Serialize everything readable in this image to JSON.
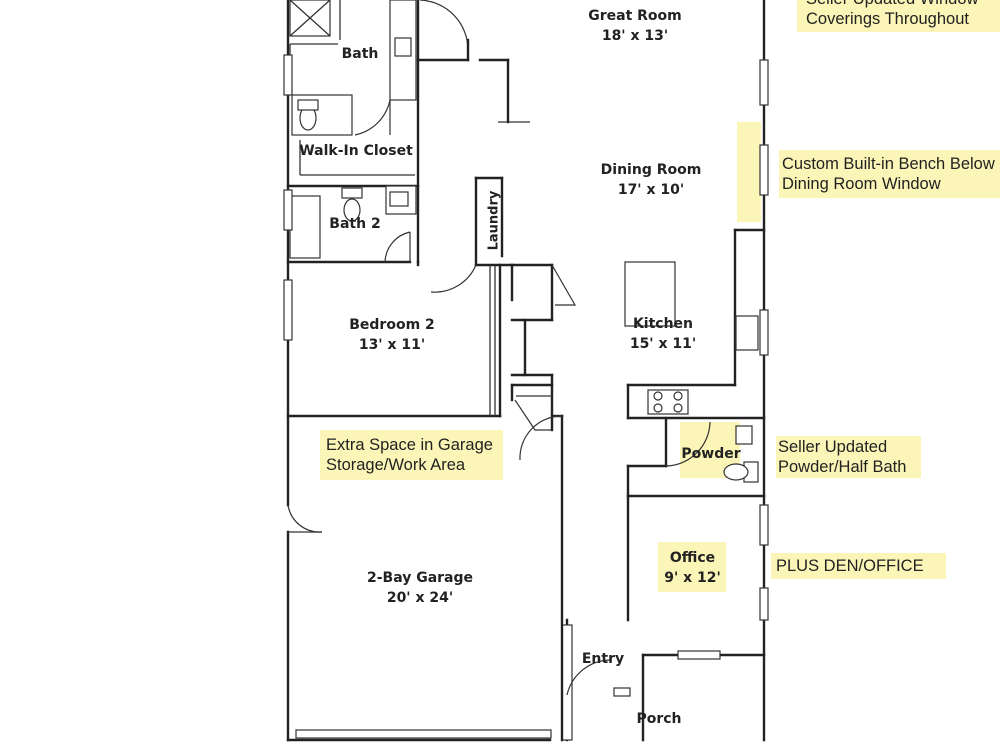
{
  "rooms": {
    "great_room": {
      "name": "Great Room",
      "dims": "18' x 13'"
    },
    "bath": {
      "name": "Bath"
    },
    "walk_in_closet": {
      "name": "Walk-In Closet"
    },
    "dining_room": {
      "name": "Dining Room",
      "dims": "17' x 10'"
    },
    "bath_2": {
      "name": "Bath 2"
    },
    "laundry": {
      "name": "Laundry"
    },
    "bedroom_2": {
      "name": "Bedroom 2",
      "dims": "13' x 11'"
    },
    "kitchen": {
      "name": "Kitchen",
      "dims": "15' x 11'"
    },
    "powder": {
      "name": "Powder"
    },
    "office": {
      "name": "Office",
      "dims": "9' x 12'"
    },
    "garage": {
      "name": "2-Bay Garage",
      "dims": "20' x 24'"
    },
    "entry": {
      "name": "Entry"
    },
    "porch": {
      "name": "Porch"
    }
  },
  "notes": {
    "window_coverings": {
      "line1": "Seller Updated Window",
      "line2": "Coverings Throughout"
    },
    "bench": {
      "line1": "Custom Built-in Bench Below",
      "line2": "Dining Room Window"
    },
    "garage_storage": {
      "line1": "Extra Space in Garage",
      "line2": "Storage/Work Area"
    },
    "powder_bath": {
      "line1": "Seller Updated",
      "line2": "Powder/Half Bath"
    },
    "den_office": {
      "line1": "PLUS DEN/OFFICE"
    }
  },
  "colors": {
    "highlight": "#fbf5b7",
    "walls": "#222222"
  }
}
